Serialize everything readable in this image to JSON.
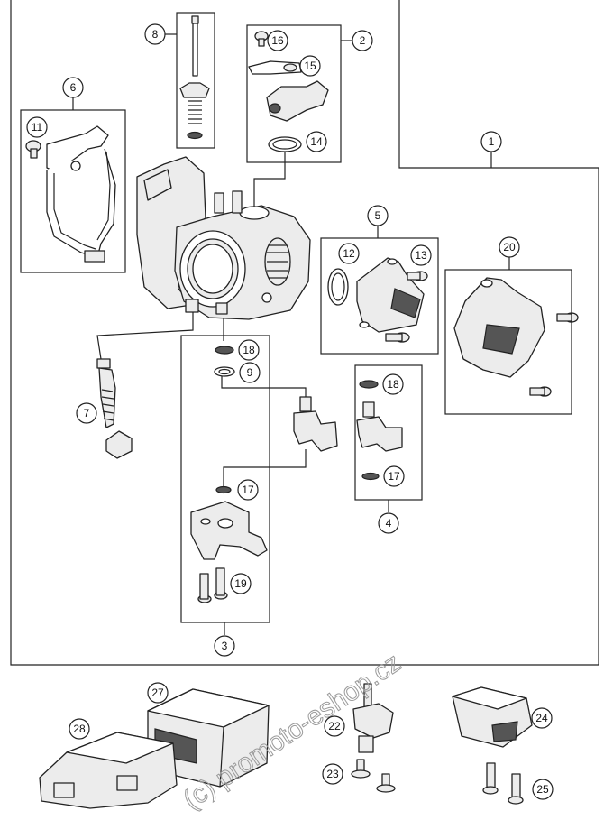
{
  "callouts": [
    "1",
    "2",
    "3",
    "4",
    "5",
    "6",
    "7",
    "8",
    "9",
    "11",
    "12",
    "13",
    "14",
    "15",
    "16",
    "17",
    "18",
    "19",
    "20",
    "22",
    "23",
    "24",
    "25",
    "27",
    "28"
  ],
  "extra_callouts": {
    "c17b": "17",
    "c18b": "18"
  },
  "watermark": "(c) promoto-eshop.cz"
}
